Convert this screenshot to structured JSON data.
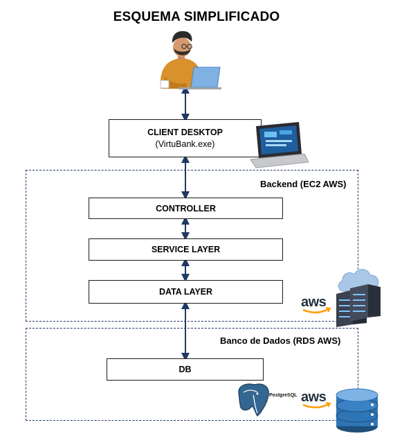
{
  "title": "ESQUEMA SIMPLIFICADO",
  "client": {
    "label": "CLIENT DESKTOP",
    "sublabel": "(VirtuBank.exe)"
  },
  "backend_group": {
    "label": "Backend (EC2 AWS)"
  },
  "database_group": {
    "label": "Banco de Dados (RDS AWS)"
  },
  "layers": {
    "controller": "CONTROLLER",
    "service": "SERVICE LAYER",
    "data": "DATA LAYER",
    "db": "DB"
  },
  "logos": {
    "aws_backend": "aws",
    "aws_db": "aws",
    "postgres": "PostgreSQL"
  },
  "icons": [
    "user-at-laptop-icon",
    "laptop-icon",
    "server-cloud-icon",
    "database-icon",
    "postgresql-elephant-icon",
    "aws-logo-icon"
  ],
  "colors": {
    "connector": "#1f3864",
    "aws_orange": "#f90",
    "db_blue": "#2e75b6"
  }
}
